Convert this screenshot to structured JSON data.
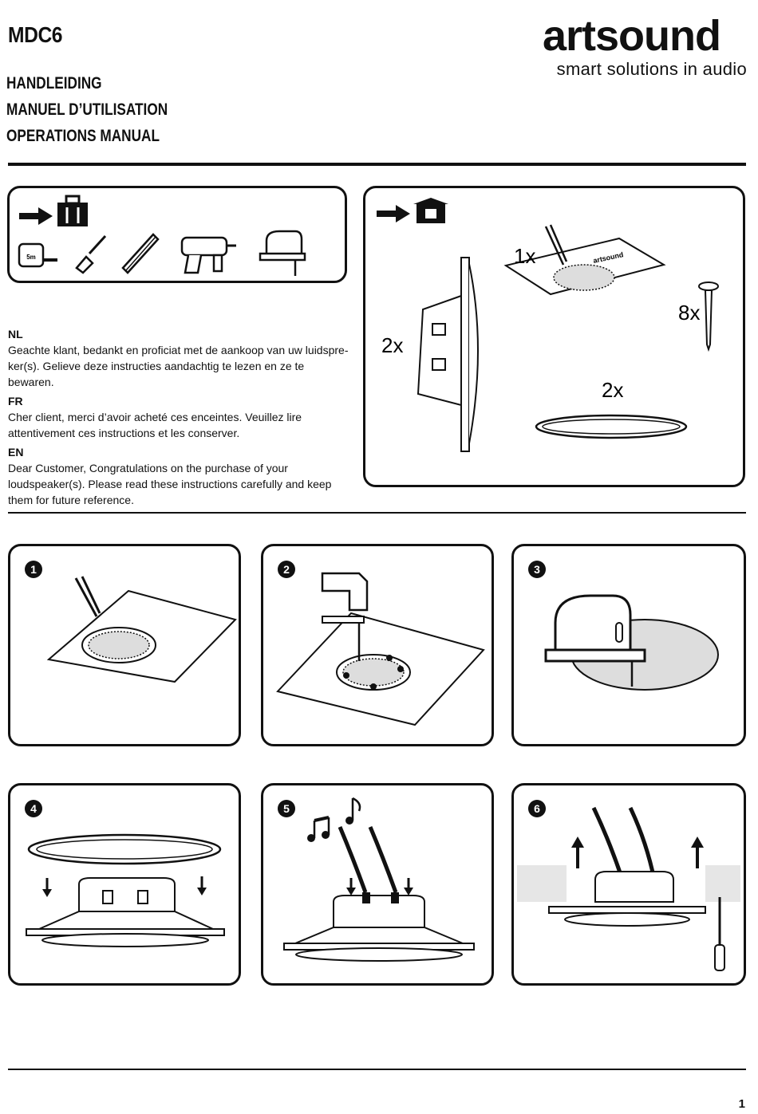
{
  "header": {
    "model": "MDC6",
    "titles": [
      "HANDLEIDING",
      "MANUEL D’UTILISATION",
      "OPERATIONS MANUAL"
    ],
    "brand": "artsound",
    "tagline": "smart solutions in audio"
  },
  "tools_panel": {
    "icons": [
      "arrow-right-icon",
      "toolbox-icon",
      "tape-measure-icon",
      "screwdriver-icon",
      "pencil-icon",
      "drill-icon",
      "jigsaw-icon"
    ],
    "tape_label": "5m"
  },
  "contents_panel": {
    "icons": [
      "arrow-right-icon",
      "box-icon"
    ],
    "template_qty": "1x",
    "screw_qty": "8x",
    "speaker_qty": "2x",
    "ring_qty": "2x",
    "template_brand": "artsound"
  },
  "intro": {
    "nl_label": "NL",
    "nl_text": "Geachte klant, bedankt en proficiat met de aankoop van uw luidspre-ker(s). Gelieve deze instructies aandachtig te lezen en ze te bewaren.",
    "fr_label": "FR",
    "fr_text": "Cher client, merci d’avoir acheté ces enceintes. Veuillez lire attentivement ces instructions et les conserver.",
    "en_label": "EN",
    "en_text": "Dear Customer, Congratulations on the purchase of your loudspeaker(s). Please read these instructions carefully and keep them for future reference."
  },
  "steps": [
    {
      "number": "1"
    },
    {
      "number": "2"
    },
    {
      "number": "3"
    },
    {
      "number": "4"
    },
    {
      "number": "5"
    },
    {
      "number": "6"
    }
  ],
  "page_number": "1"
}
